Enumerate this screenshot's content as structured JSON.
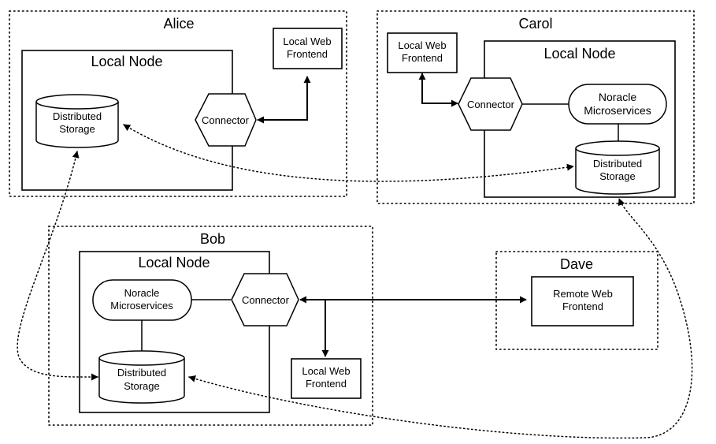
{
  "groups": {
    "alice": "Alice",
    "carol": "Carol",
    "bob": "Bob",
    "dave": "Dave"
  },
  "nodes": {
    "alice_local_node": "Local Node",
    "carol_local_node": "Local Node",
    "bob_local_node": "Local Node"
  },
  "components": {
    "alice_storage": [
      "Distributed",
      "Storage"
    ],
    "alice_connector": "Connector",
    "alice_frontend": [
      "Local Web",
      "Frontend"
    ],
    "carol_frontend": [
      "Local Web",
      "Frontend"
    ],
    "carol_connector": "Connector",
    "carol_microservices": [
      "Noracle",
      "Microservices"
    ],
    "carol_storage": [
      "Distributed",
      "Storage"
    ],
    "bob_microservices": [
      "Noracle",
      "Microservices"
    ],
    "bob_connector": "Connector",
    "bob_storage": [
      "Distributed",
      "Storage"
    ],
    "bob_frontend": [
      "Local Web",
      "Frontend"
    ],
    "dave_frontend": [
      "Remote Web",
      "Frontend"
    ]
  }
}
